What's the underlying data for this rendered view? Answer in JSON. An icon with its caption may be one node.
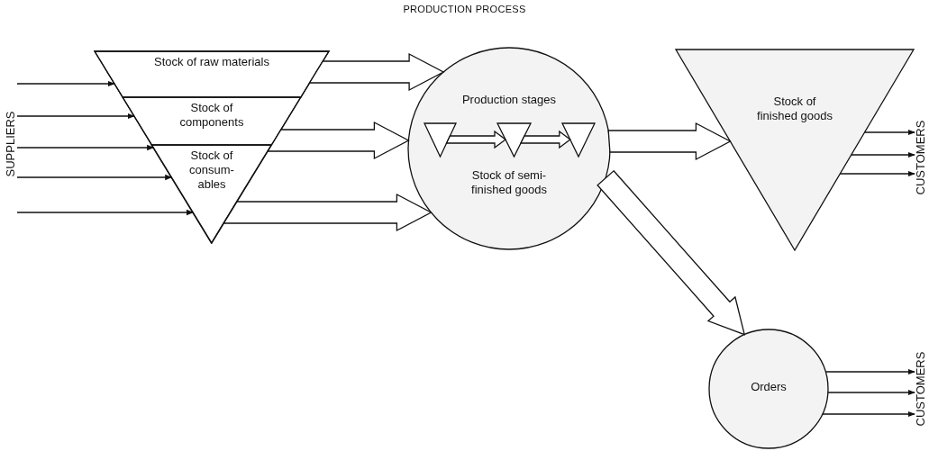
{
  "diagram": {
    "title": "PRODUCTION PROCESS",
    "nodes": [
      {
        "text": [
          "SUPPLIERS"
        ]
      },
      {
        "text": [],
        "shape": "triangle"
      },
      {
        "text": [
          "Stock of raw materials"
        ],
        "in": 1
      },
      {
        "text": [
          "Stock of components"
        ],
        "in": 1
      },
      {
        "text": [
          "Stock of consum- ables"
        ],
        "in": 1
      },
      {
        "text": [
          "Production stages",
          "Stock of semi-finished goods"
        ]
      },
      {
        "text": [],
        "shape": "triangle",
        "in": 5
      },
      {
        "text": [],
        "shape": "triangle",
        "in": 5
      },
      {
        "text": [],
        "shape": "triangle",
        "in": 5
      },
      {
        "text": [
          "Stock of finished goods"
        ]
      },
      {
        "text": [
          "CUSTOMERS"
        ]
      },
      {
        "text": [
          "Orders"
        ]
      },
      {
        "text": [
          "CUSTOMERS"
        ]
      }
    ],
    "edges": [
      {
        "from": 0,
        "to": 1,
        "arrow": "to"
      },
      {
        "from": 0,
        "to": 1,
        "arrow": "to"
      },
      {
        "from": 0,
        "to": 1,
        "arrow": "to"
      },
      {
        "from": 0,
        "to": 1,
        "arrow": "to"
      },
      {
        "from": 0,
        "to": 1,
        "arrow": "to"
      },
      {
        "from": 2,
        "to": 5,
        "arrow": "to",
        "style": "thick"
      },
      {
        "from": 3,
        "to": 5,
        "arrow": "to",
        "style": "thick"
      },
      {
        "from": 4,
        "to": 5,
        "arrow": "to",
        "style": "thick"
      },
      {
        "from": 6,
        "to": 7,
        "arrow": "to",
        "style": "thick"
      },
      {
        "from": 7,
        "to": 8,
        "arrow": "to",
        "style": "thick"
      },
      {
        "from": 5,
        "to": 9,
        "arrow": "to",
        "style": "thick"
      },
      {
        "from": 5,
        "to": 11,
        "arrow": "to",
        "style": "thick"
      },
      {
        "from": 9,
        "to": 10,
        "arrow": "to"
      },
      {
        "from": 9,
        "to": 10,
        "arrow": "to"
      },
      {
        "from": 9,
        "to": 10,
        "arrow": "to"
      },
      {
        "from": 11,
        "to": 12,
        "arrow": "to"
      },
      {
        "from": 11,
        "to": 12,
        "arrow": "to"
      },
      {
        "from": 11,
        "to": 12,
        "arrow": "to"
      }
    ]
  }
}
